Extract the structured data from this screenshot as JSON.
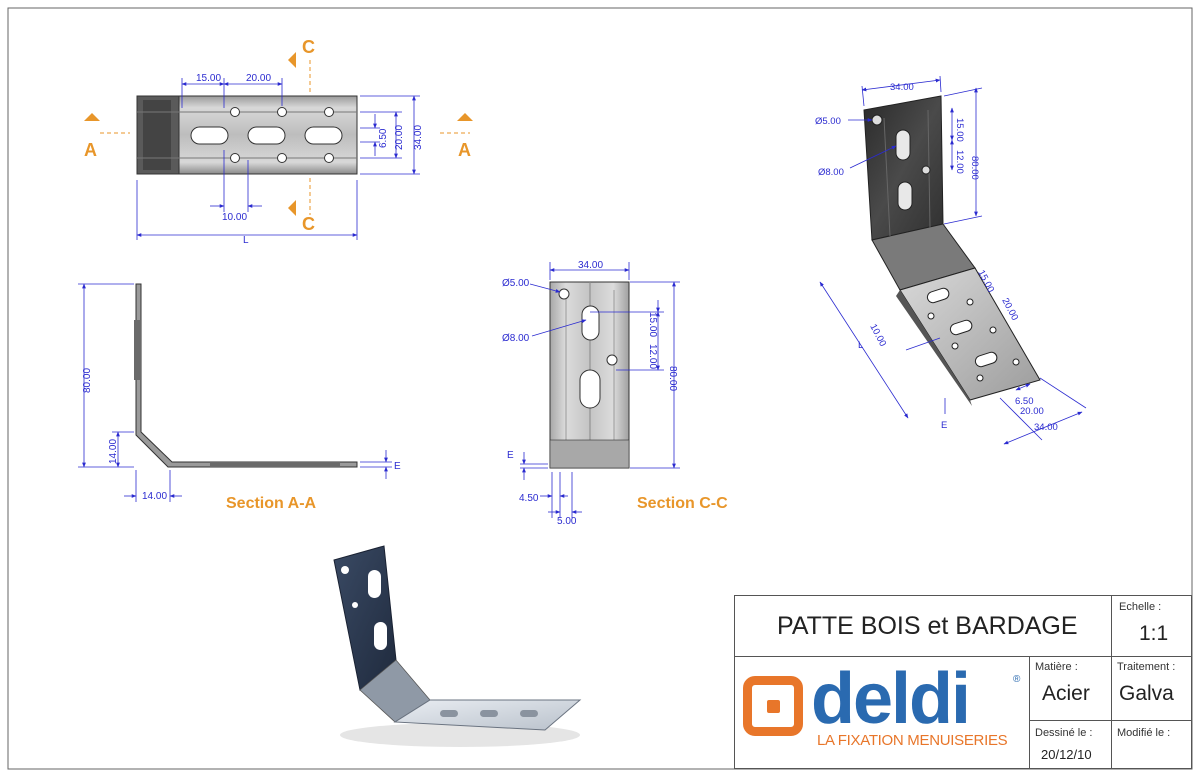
{
  "colors": {
    "dimension": "#2b2bd0",
    "section": "#e8962a",
    "brand_orange": "#e8762a",
    "brand_blue": "#2a6ab0",
    "metal_light": "#c8c8c8",
    "metal_dark": "#3a3a3a"
  },
  "views": {
    "top": {
      "dims": {
        "d15": "15.00",
        "d20": "20.00",
        "d650": "6.50",
        "d20b": "20.00",
        "d34": "34.00",
        "d10": "10.00",
        "L": "L"
      },
      "cut_a": "A",
      "cut_c": "C"
    },
    "section_aa": {
      "label": "Section A-A",
      "dims": {
        "d80": "80.00",
        "d14v": "14.00",
        "d14h": "14.00",
        "E": "E"
      }
    },
    "section_cc": {
      "label": "Section C-C",
      "dims": {
        "d34": "34.00",
        "dia5": "Ø5.00",
        "dia8": "Ø8.00",
        "d15": "15.00",
        "d12": "12.00",
        "d80": "80.00",
        "E": "E",
        "d450": "4.50",
        "d500": "5.00"
      }
    },
    "iso": {
      "dims": {
        "d34t": "34.00",
        "dia5": "Ø5.00",
        "dia8": "Ø8.00",
        "d15": "15.00",
        "d12": "12.00",
        "d80": "80.00",
        "d15b": "15.00",
        "d20": "20.00",
        "d10": "10.00",
        "L": "L",
        "E": "E",
        "d650": "6.50",
        "d20b": "20.00",
        "d34b": "34.00"
      }
    }
  },
  "title_block": {
    "title": "PATTE BOIS et BARDAGE",
    "echelle_label": "Echelle :",
    "echelle_value": "1:1",
    "matiere_label": "Matière :",
    "matiere_value": "Acier",
    "traitement_label": "Traitement :",
    "traitement_value": "Galva",
    "dessine_label": "Dessiné le :",
    "dessine_value": "20/12/10",
    "modifie_label": "Modifié le :",
    "modifie_value": ""
  },
  "brand": {
    "name": "deldi",
    "registered": "®",
    "tagline": "LA FIXATION MENUISERIES"
  }
}
